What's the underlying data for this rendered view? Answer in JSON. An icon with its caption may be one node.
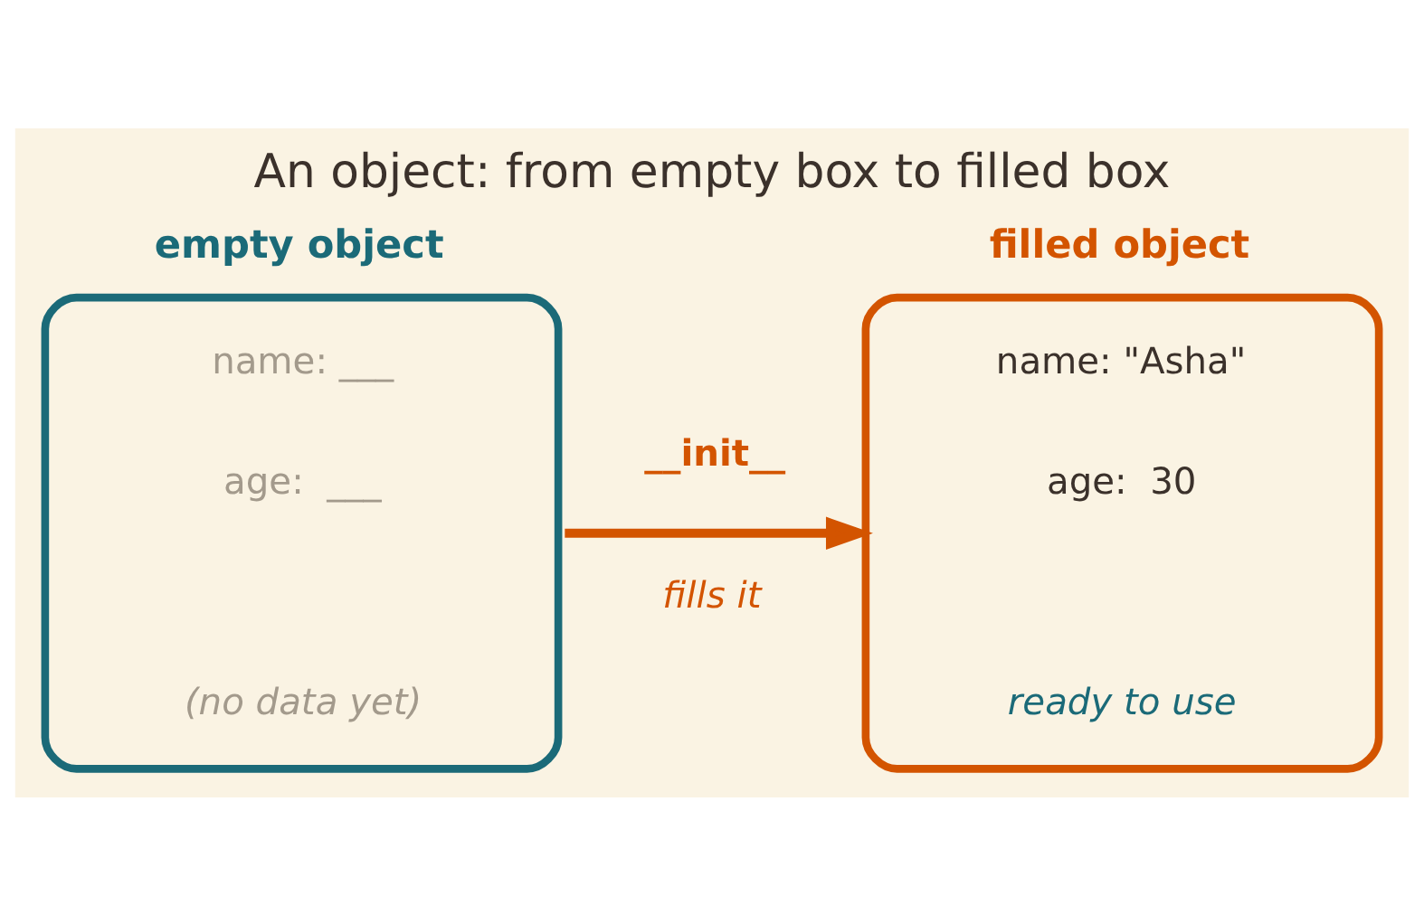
{
  "diagram": {
    "title": "An object: from empty box to filled box",
    "nodes": [
      {
        "text": [
          "empty object",
          "name: ___",
          "age:  ___",
          "(no data yet)"
        ]
      },
      {
        "text": [
          "filled object",
          "name: \"Asha\"",
          "age:  30",
          "ready to use"
        ]
      }
    ],
    "edges": [
      {
        "from": 0,
        "to": 1,
        "arrow": "to",
        "label": "__init__",
        "color": "#d35400"
      }
    ],
    "labels": [
      "fills it"
    ]
  }
}
